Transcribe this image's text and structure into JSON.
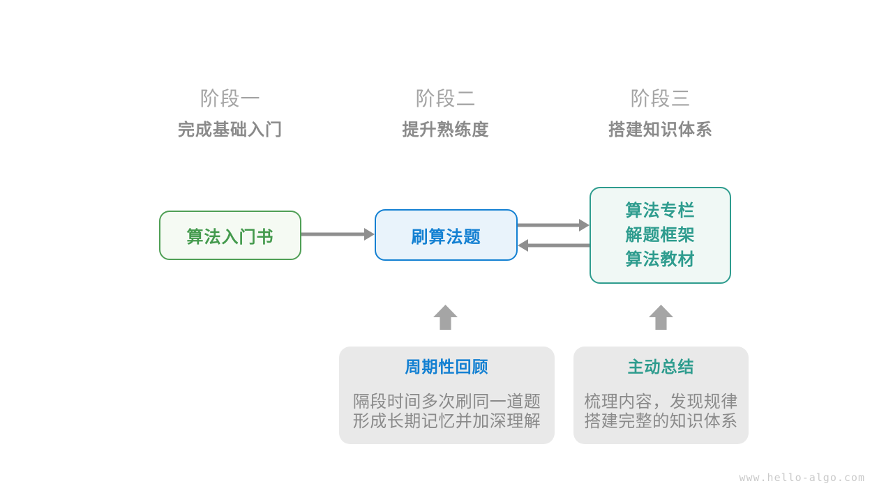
{
  "stages": [
    {
      "title": "阶段一",
      "subtitle": "完成基础入门"
    },
    {
      "title": "阶段二",
      "subtitle": "提升熟练度"
    },
    {
      "title": "阶段三",
      "subtitle": "搭建知识体系"
    }
  ],
  "nodes": {
    "intro_book": {
      "label": "算法入门书"
    },
    "practice": {
      "label": "刷算法题"
    },
    "resources": {
      "lines": [
        "算法专栏",
        "解题框架",
        "算法教材"
      ]
    }
  },
  "notes": [
    {
      "title": "周期性回顾",
      "body_lines": [
        "隔段时间多次刷同一道题",
        "形成长期记忆并加深理解"
      ]
    },
    {
      "title": "主动总结",
      "body_lines": [
        "梳理内容，发现规律",
        "搭建完整的知识体系"
      ]
    }
  ],
  "watermark": "www.hello-algo.com",
  "colors": {
    "green": "#4f9f55",
    "green_bg": "#f5faf3",
    "blue": "#1380d2",
    "blue_bg": "#e9f3fb",
    "teal": "#2e9c8e",
    "teal_bg": "#f0f8f5",
    "arrow_gray": "#8f8f8f",
    "block_arrow_gray": "#a5a5a5",
    "note_bg": "#e9e9e9",
    "note_body_text": "#8a8a8a",
    "stage_title_gray": "#a4a4a4",
    "stage_subtitle_gray": "#8a8a8a",
    "watermark_gray": "#cacaca"
  }
}
